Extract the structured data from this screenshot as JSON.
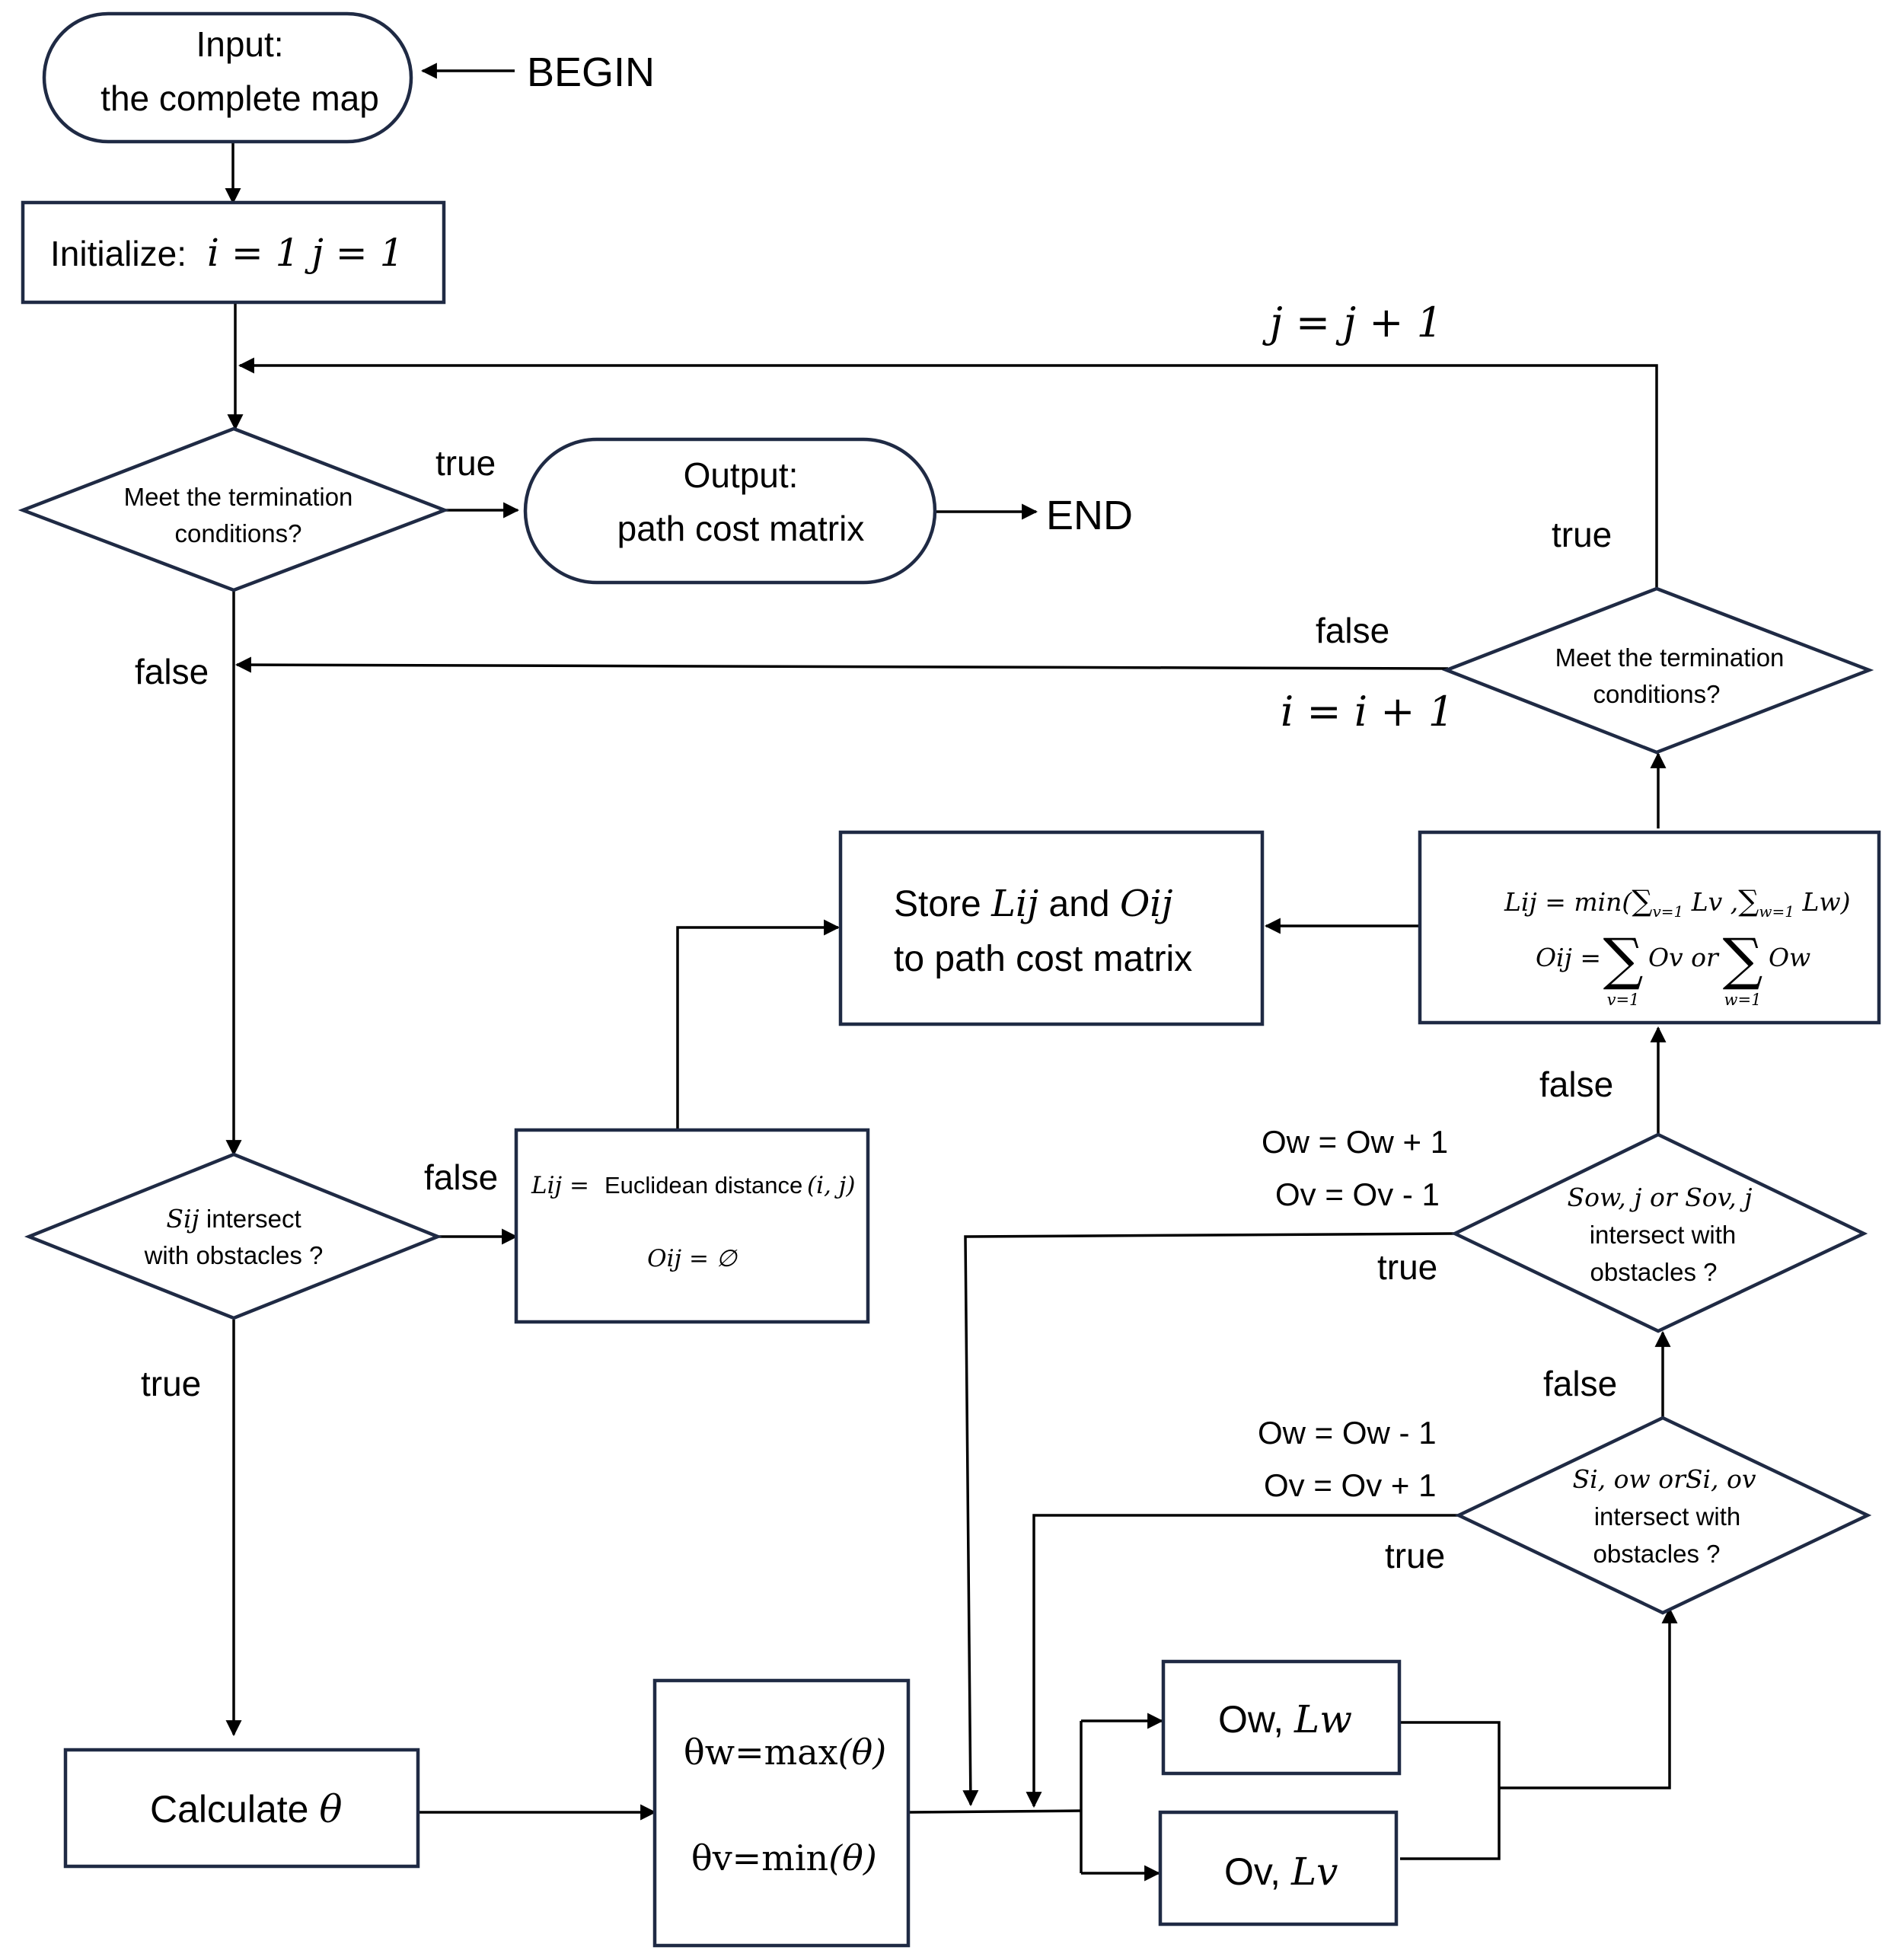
{
  "nodes": {
    "input": {
      "line1": "Input:",
      "line2": "the complete map"
    },
    "begin": "BEGIN",
    "initialize": {
      "label": "Initialize:",
      "math": "i = 1  j = 1"
    },
    "check_top": {
      "line1": "Meet the termination",
      "line2": "conditions?"
    },
    "output": {
      "line1": "Output:",
      "line2": "path cost matrix"
    },
    "end": "END",
    "check_right": {
      "line1": "Meet the termination",
      "line2": "conditions?"
    },
    "store": {
      "pre": "Store ",
      "lij": "Lij",
      "and": " and ",
      "oij": "Oij",
      "line2": "to path cost matrix"
    },
    "min_formula": {
      "lij": "Lij = min(",
      "sum1": "∑",
      "sub1": "v=1",
      "lv": " Lv ,",
      "sum2": "∑",
      "sub2": "w=1",
      "lw": " Lw)",
      "oij": "Oij =",
      "ov": "Ov  or",
      "ow": "Ow",
      "bigsum": "∑",
      "lim_v": "v=1",
      "lim_w": "w=1"
    },
    "euclid": {
      "lij": "Lij =",
      "text": "Euclidean distance",
      "args": "(i, j)",
      "oij": "Oij = ∅"
    },
    "sij_check": {
      "sij": "Sij",
      "line1_rest": " intersect",
      "line2": "with obstacles ?"
    },
    "sow_check": {
      "line1": "Sow, j or Sov, j",
      "line2": "intersect with",
      "line3": "obstacles ?"
    },
    "si_check": {
      "line1": "Si, ow orSi, ov",
      "line2": "intersect with",
      "line3": "obstacles ?"
    },
    "calc": {
      "label": "Calculate ",
      "theta": "θ"
    },
    "theta_box": {
      "w_pre": "θw=max",
      "w_arg": "(θ)",
      "v_pre": "θv=min",
      "v_arg": "(θ)"
    },
    "ow_box": {
      "pre": "Ow, ",
      "it": "Lw"
    },
    "ov_box": {
      "pre": "Ov, ",
      "it": "Lv"
    }
  },
  "labels": {
    "j_inc": "j = j  + 1",
    "i_inc": "i = i + 1",
    "true_top": "true",
    "true_right": "true",
    "false_right": "false",
    "false_left": "false",
    "false_euclid": "false",
    "true_sij": "true",
    "false_store": "false",
    "ow_plus": "Ow = Ow + 1",
    "ov_minus": "Ov = Ov - 1",
    "true_sow": "true",
    "false_si": "false",
    "ow_minus": "Ow = Ow - 1",
    "ov_plus": "Ov = Ov + 1",
    "true_si": "true"
  },
  "colors": {
    "shape_stroke": "#1f2a44",
    "line": "#000000",
    "background": "#ffffff"
  }
}
